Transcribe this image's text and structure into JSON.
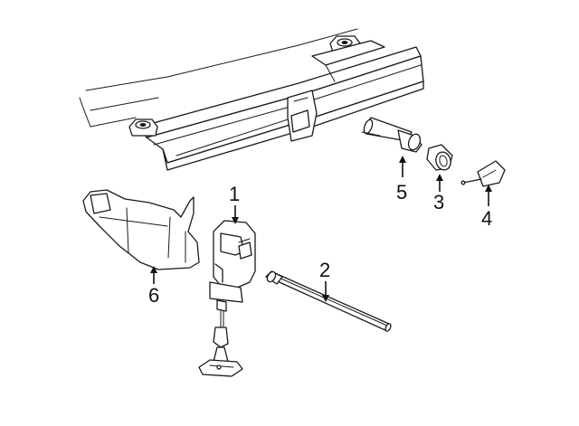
{
  "diagram": {
    "callouts": [
      {
        "id": "callout-1",
        "label": "1"
      },
      {
        "id": "callout-2",
        "label": "2"
      },
      {
        "id": "callout-3",
        "label": "3"
      },
      {
        "id": "callout-4",
        "label": "4"
      },
      {
        "id": "callout-5",
        "label": "5"
      },
      {
        "id": "callout-6",
        "label": "6"
      }
    ],
    "colors": {
      "line": "#1a1a1a",
      "background": "#ffffff"
    }
  }
}
